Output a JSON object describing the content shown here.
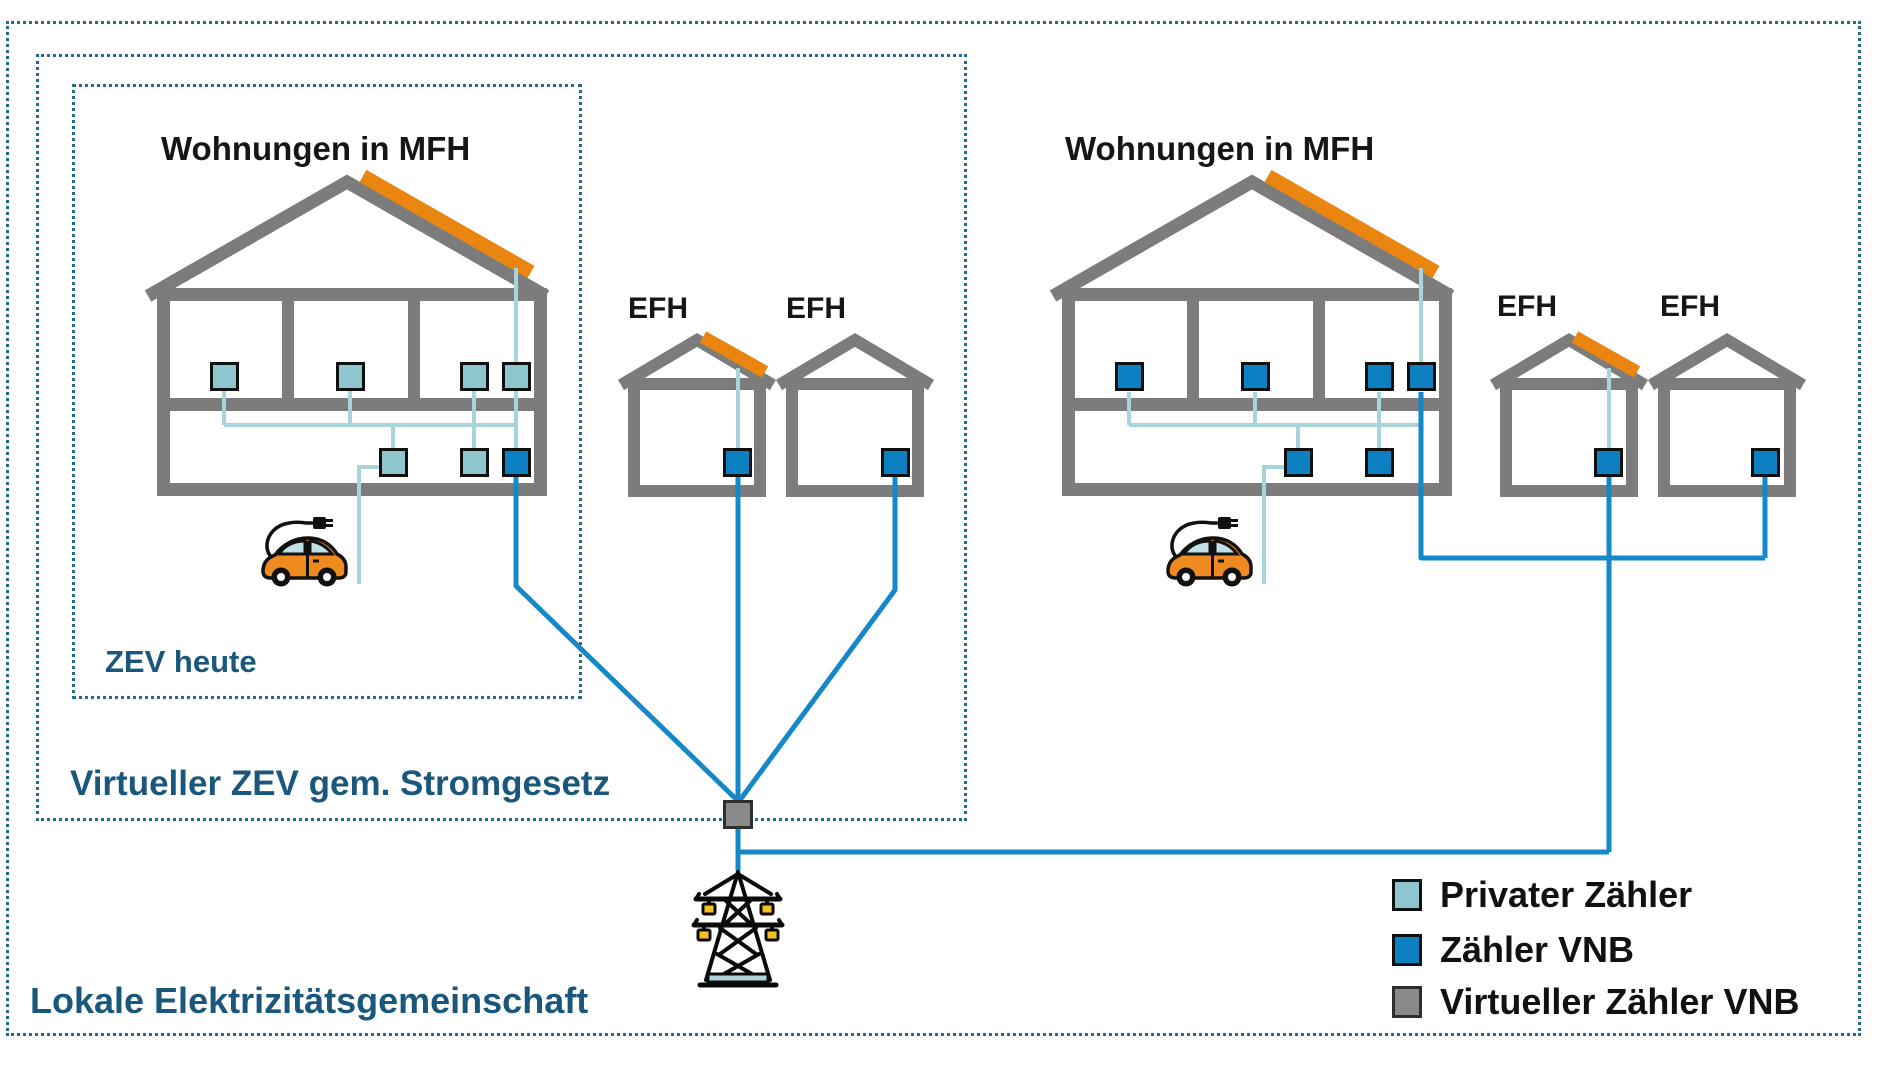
{
  "boxes": {
    "outer": {
      "label": "Lokale Elektrizitätsgemeinschaft"
    },
    "middle": {
      "label": "Virtueller ZEV gem. Stromgesetz"
    },
    "inner": {
      "label": "ZEV heute"
    }
  },
  "houses": {
    "mfh_left": {
      "label": "Wohnungen in MFH"
    },
    "mfh_right": {
      "label": "Wohnungen in MFH"
    },
    "efh_left_1": {
      "label": "EFH"
    },
    "efh_left_2": {
      "label": "EFH"
    },
    "efh_right_1": {
      "label": "EFH"
    },
    "efh_right_2": {
      "label": "EFH"
    }
  },
  "legend": {
    "items": [
      {
        "label": "Privater Zähler",
        "color": "#8ec6cd"
      },
      {
        "label": "Zähler VNB",
        "color": "#0d80c2"
      },
      {
        "label": "Virtueller Zähler VNB",
        "color": "#8a8a8a"
      }
    ]
  },
  "colors": {
    "private_meter": "#8ec6cd",
    "vnb_meter": "#0d80c2",
    "virtual_meter": "#8a8a8a",
    "teal_line": "#a7d4d8",
    "blue_line": "#1588c9",
    "wall_gray": "#7c7c7c",
    "solar_orange": "#ea860f",
    "dotted_border": "#26698e",
    "heading_blue": "#19587c"
  },
  "icons": {
    "car": "electric-car-icon",
    "pylon": "transmission-tower-icon",
    "solar": "solar-panel"
  }
}
